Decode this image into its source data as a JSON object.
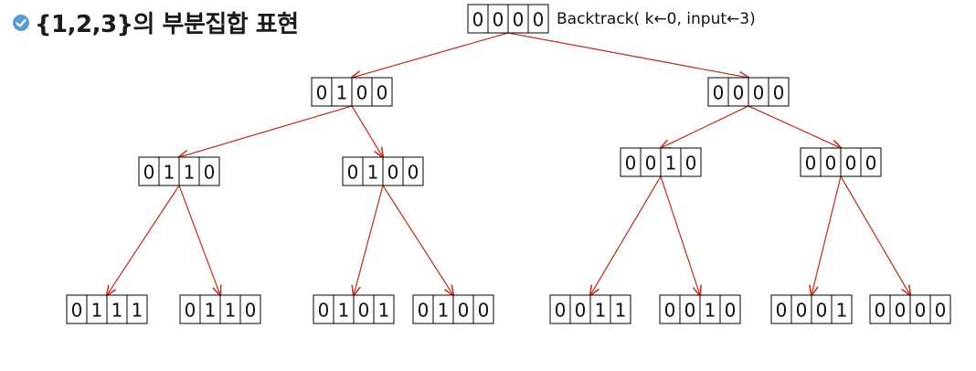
{
  "title": "{1,2,3}의 부분집합 표현",
  "root_label": "Backtrack( k←0, input←3)",
  "colors": {
    "edge": "#c0392b",
    "bullet": "#5b9bd5"
  },
  "icons": {
    "bullet": "check-circle-icon"
  },
  "tree": {
    "root": "0000",
    "level1": [
      "0100",
      "0000"
    ],
    "level2": [
      "0110",
      "0100",
      "0010",
      "0000"
    ],
    "level3": [
      "0111",
      "0110",
      "0101",
      "0100",
      "0011",
      "0010",
      "0001",
      "0000"
    ]
  }
}
